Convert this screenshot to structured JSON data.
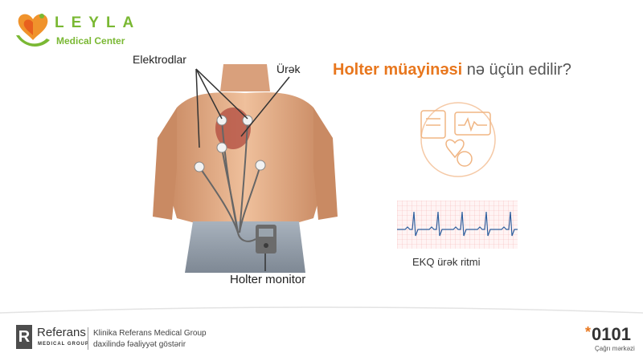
{
  "logo": {
    "brand": "LEYLA",
    "subtitle": "Medical Center",
    "icon": "heart-hand-logo-icon",
    "color": "#7ab833"
  },
  "illustration": {
    "labels": {
      "electrodes": "Elektrodlar",
      "heart": "Ürək",
      "monitor": "Holter monitor"
    }
  },
  "headline": {
    "accent": "Holter müayinəsi",
    "rest": " nə üçün edilir?",
    "accent_color": "#e8771e"
  },
  "ecg": {
    "caption": "EKQ ürək ritmi",
    "icon": "ecg-strip-icon"
  },
  "device_icon": "medical-devices-icon",
  "footer": {
    "referans_mark": "R",
    "referans_brand": "Referans",
    "referans_sub": "MEDICAL GROUP",
    "description_line1": "Klinika Referans Medical Group",
    "description_line2": "daxilində fəaliyyət göstərir",
    "phone": "0101",
    "phone_star": "*",
    "phone_caption": "Çağrı mərkəzi"
  }
}
